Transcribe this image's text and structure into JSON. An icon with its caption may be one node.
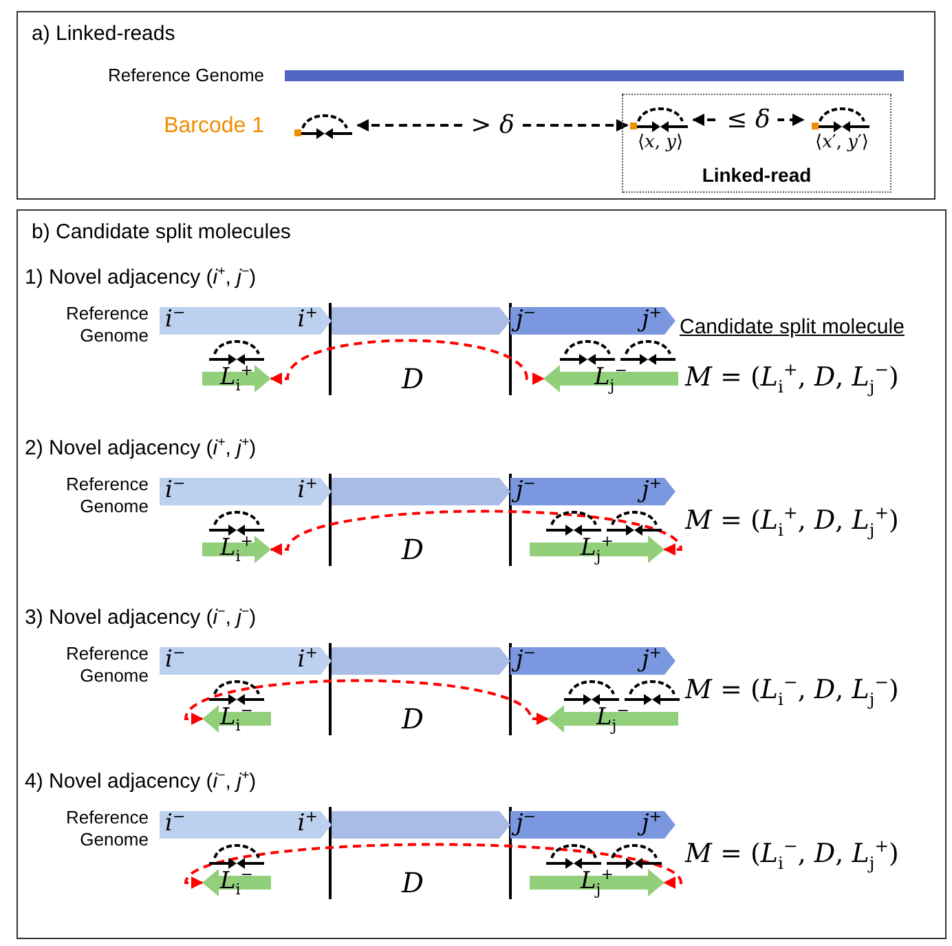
{
  "diagram": {
    "nodes": [
      {
        "text": [
          "a) Linked-reads"
        ]
      },
      {
        "text": [],
        "shape": "picture",
        "in": 0
      },
      {
        "text": [
          "Linked-read"
        ],
        "in": 0
      },
      {
        "text": [
          "⟨*x*, *y*⟩"
        ],
        "in": 2
      },
      {
        "text": [
          "⟨*x*′, *y*′⟩"
        ],
        "in": 2
      },
      {
        "text": [
          "b) Candidate split molecules"
        ]
      },
      {
        "text": [
          "*i*$^{−}$",
          "*i*$^{+}$"
        ],
        "in": 5
      },
      {
        "text": [],
        "shape": "bar",
        "in": 5
      },
      {
        "text": [
          "*j*$^{−}$",
          "*j*$^{+}$"
        ],
        "in": 5
      },
      {
        "text": [
          "*L*$_{i}$$^{+}$"
        ],
        "in": 5
      },
      {
        "text": [
          "*L*$_{j}$$^{−}$"
        ],
        "in": 5
      },
      {
        "text": [
          "*i*$^{−}$",
          "*i*$^{+}$"
        ],
        "in": 5
      },
      {
        "text": [],
        "shape": "bar",
        "in": 5
      },
      {
        "text": [
          "*j*$^{−}$",
          "*j*$^{+}$"
        ],
        "in": 5
      },
      {
        "text": [
          "*L*$_{i}$$^{+}$"
        ],
        "in": 5
      },
      {
        "text": [
          "*L*$_{j}$$^{+}$"
        ],
        "in": 5
      },
      {
        "text": [
          "*i*$^{−}$",
          "*i*$^{+}$"
        ],
        "in": 5
      },
      {
        "text": [],
        "shape": "bar",
        "in": 5
      },
      {
        "text": [
          "*j*$^{−}$",
          "*j*$^{+}$"
        ],
        "in": 5
      },
      {
        "text": [
          "*L*$_{i}$$^{−}$"
        ],
        "in": 5
      },
      {
        "text": [
          "*L*$_{j}$$^{−}$"
        ],
        "in": 5
      },
      {
        "text": [
          "*i*$^{−}$",
          "*i*$^{+}$"
        ],
        "in": 5
      },
      {
        "text": [],
        "shape": "bar",
        "in": 5
      },
      {
        "text": [
          "*j*$^{−}$",
          "*j*$^{+}$"
        ],
        "in": 5
      },
      {
        "text": [
          "*L*$_{i}$$^{−}$"
        ],
        "in": 5
      },
      {
        "text": [
          "*L*$_{j}$$^{+}$"
        ],
        "in": 5
      }
    ],
    "edges": [
      {
        "from": 1,
        "to": 3,
        "arrow": "both",
        "label": "> *δ*",
        "style": "dashed",
        "color": "#000000"
      },
      {
        "from": 3,
        "to": 4,
        "arrow": "both",
        "label": "≤ *δ*",
        "style": "dashed",
        "color": "#000000"
      },
      {
        "from": 9,
        "to": 10,
        "arrow": "both",
        "style": "dashed"
      },
      {
        "from": 14,
        "to": 15,
        "arrow": "both",
        "style": "dashed"
      },
      {
        "from": 19,
        "to": 20,
        "arrow": "both",
        "style": "dashed"
      },
      {
        "from": 24,
        "to": 25,
        "arrow": "both",
        "style": "dashed"
      }
    ],
    "labels": [
      "Reference Genome",
      "Barcode 1",
      "1) Novel adjacency (*i*$^{+}$, *j*$^{−}$)",
      "Reference Genome",
      "Candidate split molecule",
      "*M* = (*L*$_{i}$$^{+}$, *D*, *L*$_{j}$$^{−}$)",
      "D",
      "2) Novel adjacency (*i*$^{+}$, *j*$^{+}$)",
      "Reference Genome",
      "*M* = (*L*$_{i}$$^{+}$, *D*, *L*$_{j}$$^{+}$)",
      "D",
      "3) Novel adjacency (*i*$^{−}$, *j*$^{−}$)",
      "Reference Genome",
      "*M* = (*L*$_{i}$$^{−}$, *D*, *L*$_{j}$$^{−}$)",
      "D",
      "4) Novel adjacency (*i*$^{−}$, *j*$^{+}$)",
      "Reference Genome",
      "*M* = (*L*$_{i}$$^{−}$, *D*, *L*$_{j}$$^{+}$)",
      "D"
    ]
  }
}
